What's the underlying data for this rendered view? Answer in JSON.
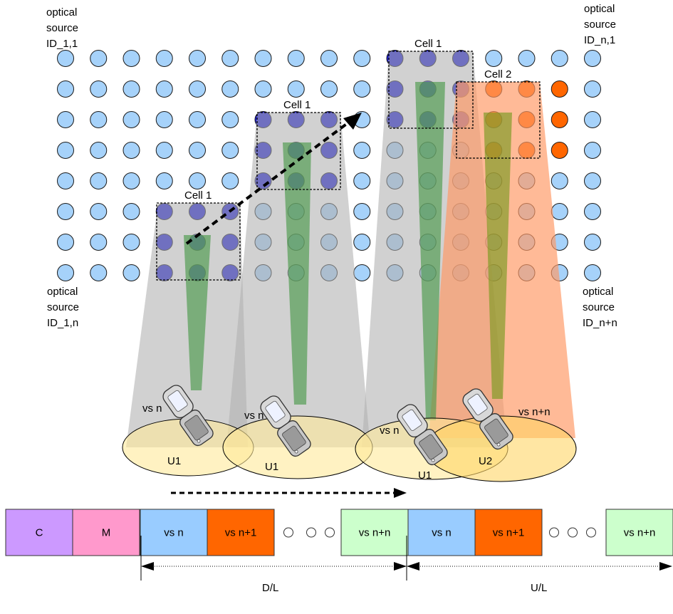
{
  "corner_labels": {
    "top_left": [
      "optical",
      "source",
      "ID_1,1"
    ],
    "top_right": [
      "optical",
      "source",
      "ID_n,1"
    ],
    "bottom_left": [
      "optical",
      "source",
      "ID_1,n"
    ],
    "bottom_right": [
      "optical",
      "source",
      "ID_n+n"
    ]
  },
  "cells": {
    "cell_a": "Cell 1",
    "cell_b": "Cell 1",
    "cell_c": "Cell 1",
    "cell_d": "Cell 2"
  },
  "users": {
    "u_a": "U1",
    "u_b": "U1",
    "u_c": "U1",
    "u_d": "U2"
  },
  "user_slots": {
    "slot_a": "vs n",
    "slot_b": "vs n",
    "slot_c": "vs n",
    "slot_d": "vs n+n"
  },
  "frame": {
    "slots": [
      {
        "label": "C",
        "color": "#cc99ff"
      },
      {
        "label": "M",
        "color": "#ff99cc"
      },
      {
        "label": "vs n",
        "color": "#99ccff"
      },
      {
        "label": "vs n+1",
        "color": "#ff6600"
      },
      {
        "label": "vs n+n",
        "color": "#ccffcc"
      },
      {
        "label": "vs n",
        "color": "#99ccff"
      },
      {
        "label": "vs n+1",
        "color": "#ff6600"
      },
      {
        "label": "vs n+n",
        "color": "#ccffcc"
      }
    ],
    "downlink_label": "D/L",
    "uplink_label": "U/L"
  },
  "colors": {
    "source_idle": "#a6d2fa",
    "source_active_blue": "#1a1ad6",
    "source_active_orange": "#ff6600",
    "beam_gray": "#bfbfbf",
    "beam_green": "#4c9a4c",
    "beam_orange": "#ff9966",
    "coverage_fill": "#ffe999"
  },
  "icons": [
    "mobile-phone-icon",
    "dashed-arrow-icon"
  ]
}
